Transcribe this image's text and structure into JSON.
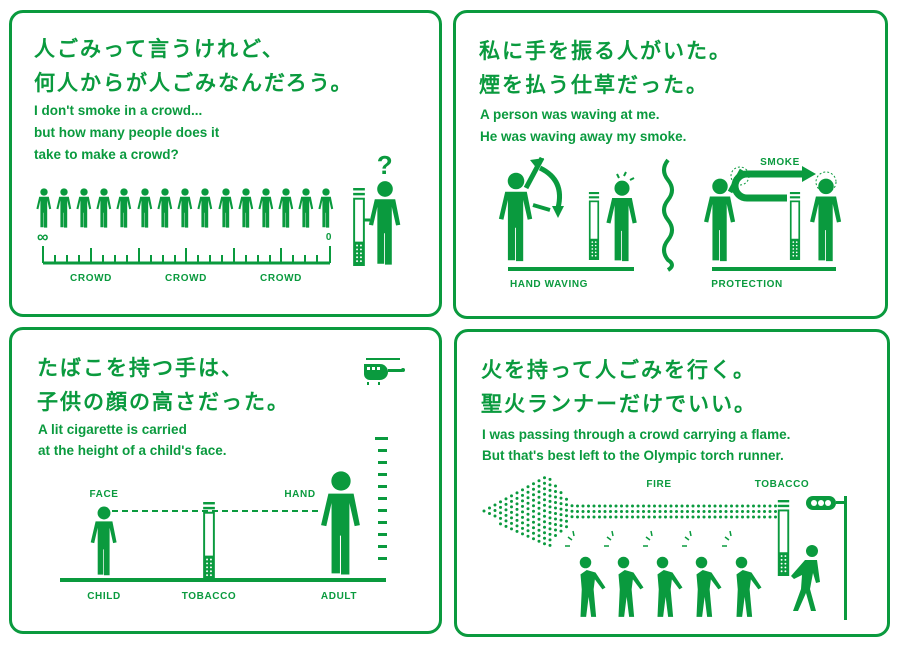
{
  "colors": {
    "accent": "#0a9a3e",
    "background": "#ffffff"
  },
  "panel1": {
    "jp_line1": "人ごみって言うけれど、",
    "jp_line2": "何人からが人ごみなんだろう。",
    "en_line1": "I don't smoke in a crowd...",
    "en_line2": "but how many people does it",
    "en_line3": "take to make a crowd?",
    "infinity": "∞",
    "zero": "0",
    "question": "?",
    "crowd_labels": [
      "CROWD",
      "CROWD",
      "CROWD"
    ]
  },
  "panel2": {
    "jp_line1": "私に手を振る人がいた。",
    "jp_line2": "煙を払う仕草だった。",
    "en_line1": "A person was waving at me.",
    "en_line2": "He was waving away my smoke.",
    "smoke_label": "SMOKE",
    "left_caption": "HAND WAVING",
    "right_caption": "PROTECTION"
  },
  "panel3": {
    "jp_line1": "たばこを持つ手は、",
    "jp_line2": "子供の顔の高さだった。",
    "en_line1": "A lit cigarette is carried",
    "en_line2": "at the height of a child's face.",
    "face_label": "FACE",
    "hand_label": "HAND",
    "child_label": "CHILD",
    "tobacco_label": "TOBACCO",
    "adult_label": "ADULT"
  },
  "panel4": {
    "jp_line1": "火を持って人ごみを行く。",
    "jp_line2": "聖火ランナーだけでいい。",
    "en_line1": "I was passing through a crowd carrying a flame.",
    "en_line2": "But that's best left to the Olympic torch runner.",
    "fire_label": "FIRE",
    "tobacco_label": "TOBACCO"
  }
}
